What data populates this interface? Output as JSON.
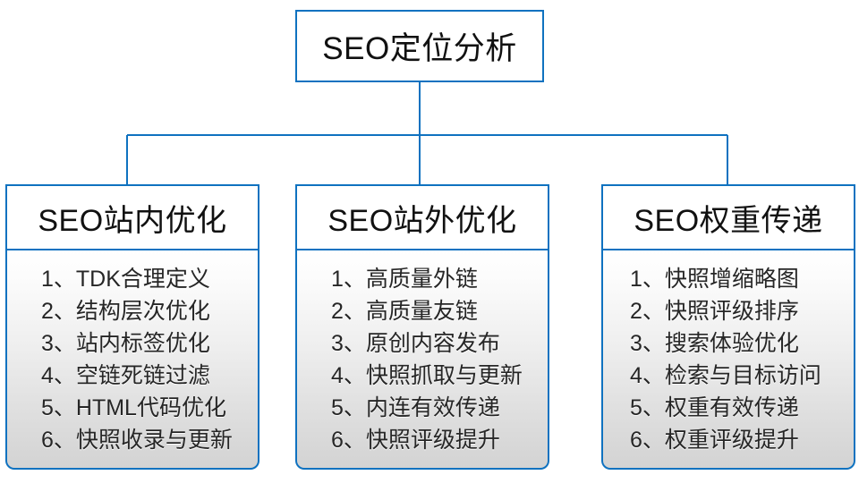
{
  "diagram": {
    "root": {
      "label": "SEO定位分析"
    },
    "branches": [
      {
        "header": "SEO站内优化",
        "items": [
          "1、TDK合理定义",
          "2、结构层次优化",
          "3、站内标签优化",
          "4、空链死链过滤",
          "5、HTML代码优化",
          "6、快照收录与更新"
        ]
      },
      {
        "header": "SEO站外优化",
        "items": [
          "1、高质量外链",
          "2、高质量友链",
          "3、原创内容发布",
          "4、快照抓取与更新",
          "5、内连有效传递",
          "6、快照评级提升"
        ]
      },
      {
        "header": "SEO权重传递",
        "items": [
          "1、快照增缩略图",
          "2、快照评级排序",
          "3、搜索体验优化",
          "4、检索与目标访问",
          "5、权重有效传递",
          "6、权重评级提升"
        ]
      }
    ],
    "colors": {
      "border": "#0f72c0",
      "connector": "#0f72c0",
      "text": "#111111",
      "item_text": "#262626",
      "panel_top": "#ffffff",
      "panel_bottom": "#d3d3d3"
    }
  }
}
